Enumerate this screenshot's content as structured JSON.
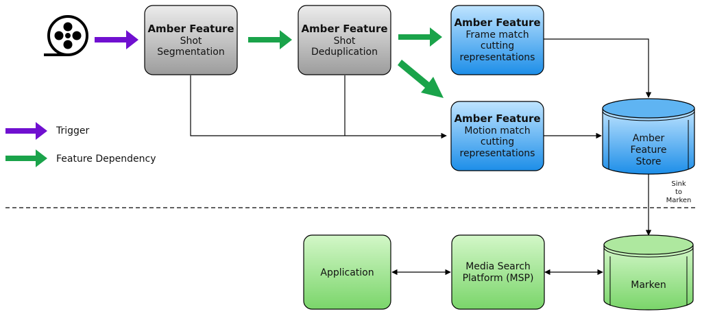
{
  "nodes": {
    "segmentation": {
      "line1": "Amber Feature",
      "line2": "Shot",
      "line3": "Segmentation"
    },
    "deduplication": {
      "line1": "Amber Feature",
      "line2": "Shot",
      "line3": "Deduplication"
    },
    "frame_match": {
      "line1": "Amber Feature",
      "line2": "Frame match",
      "line3": "cutting",
      "line4": "representations"
    },
    "motion_match": {
      "line1": "Amber Feature",
      "line2": "Motion match",
      "line3": "cutting",
      "line4": "representations"
    },
    "feature_store": {
      "line1": "Amber",
      "line2": "Feature",
      "line3": "Store"
    },
    "marken": {
      "label": "Marken"
    },
    "msp": {
      "line1": "Media Search",
      "line2": "Platform (MSP)"
    },
    "application": {
      "label": "Application"
    }
  },
  "edge_labels": {
    "sink_line1": "Sink",
    "sink_line2": "to",
    "sink_line3": "Marken"
  },
  "legend": {
    "trigger": "Trigger",
    "dependency": "Feature Dependency"
  },
  "icons": {
    "source": "film-reel-icon"
  },
  "colors": {
    "trigger": "#7010d0",
    "dependency": "#1aa34a",
    "gray_box": "#b0b0b0",
    "blue_box": "#2f9ef0",
    "green_box": "#8fdc7c"
  }
}
